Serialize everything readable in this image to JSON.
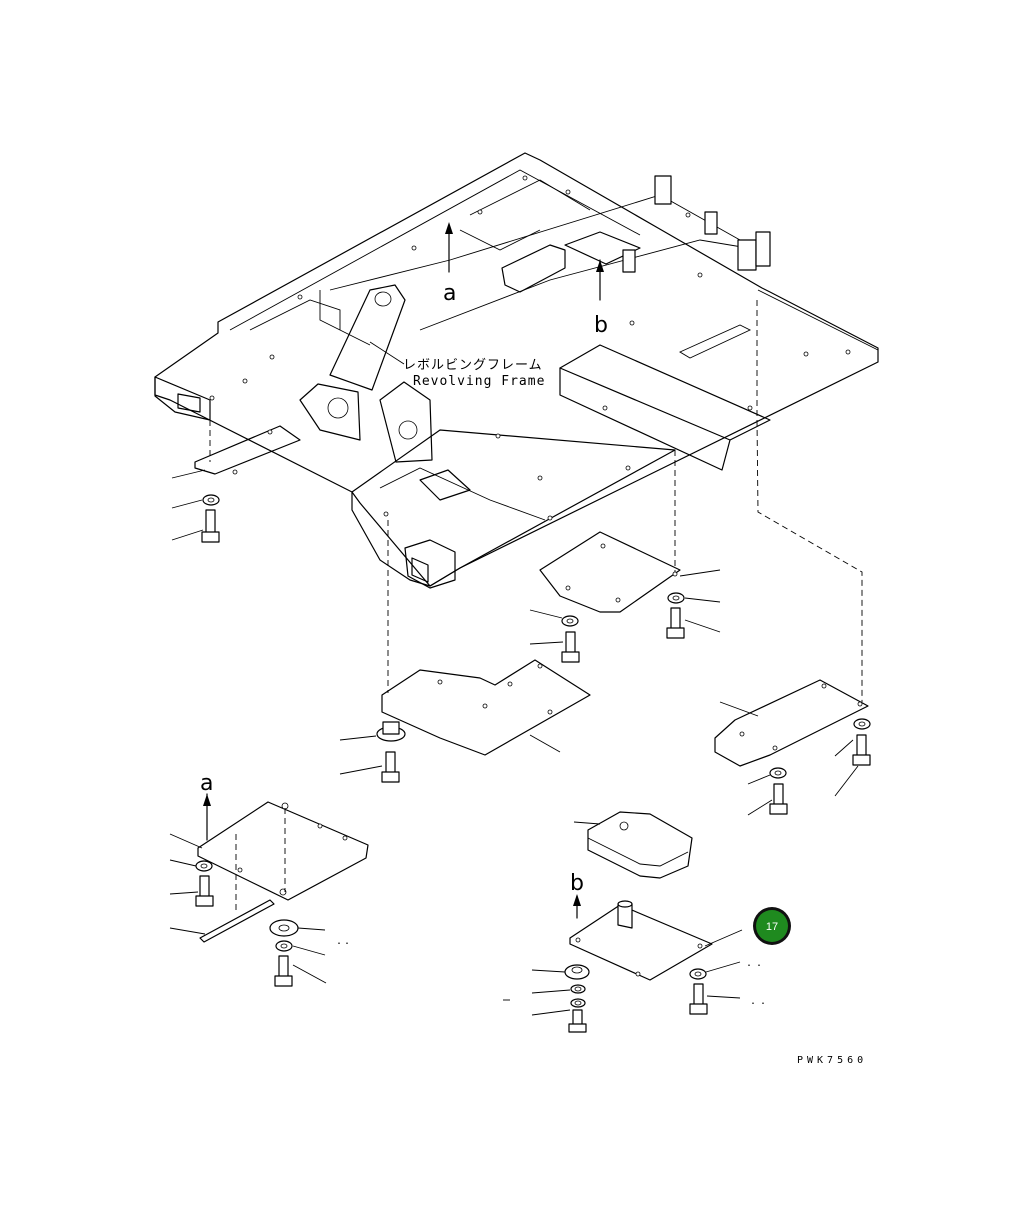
{
  "diagram": {
    "label_jp": "レボルビングフレーム",
    "label_en": "Revolving Frame",
    "arrow_a": "a",
    "arrow_b": "b",
    "arrow_a_lower": "a",
    "arrow_b_lower": "b",
    "drawing_code": "PWK7560",
    "callout": {
      "number": "17",
      "color": "#1f8a1f"
    }
  }
}
